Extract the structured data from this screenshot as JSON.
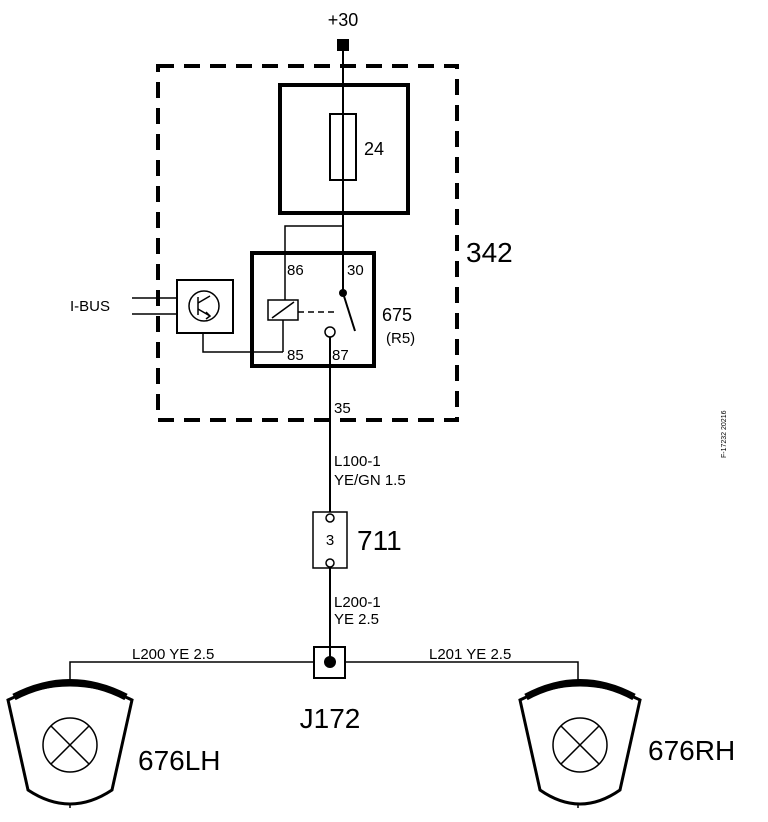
{
  "supply_label": "+30",
  "module_label": "342",
  "fuse_label": "24",
  "relay": {
    "label": "675",
    "sub_label": "(R5)",
    "pin_86": "86",
    "pin_30": "30",
    "pin_85": "85",
    "pin_87": "87"
  },
  "ibus_label": "I-BUS",
  "pin_35": "35",
  "wire_upper": {
    "code": "L100-1",
    "spec": "YE/GN 1.5"
  },
  "connector": {
    "pin": "3",
    "label": "711"
  },
  "wire_lower": {
    "code": "L200-1",
    "spec": "YE    2.5"
  },
  "wire_left": "L200  YE   2.5",
  "wire_right": "L201  YE   2.5",
  "junction_label": "J172",
  "lamp_left": "676LH",
  "lamp_right": "676RH",
  "figure_id": "F-17232 20216"
}
